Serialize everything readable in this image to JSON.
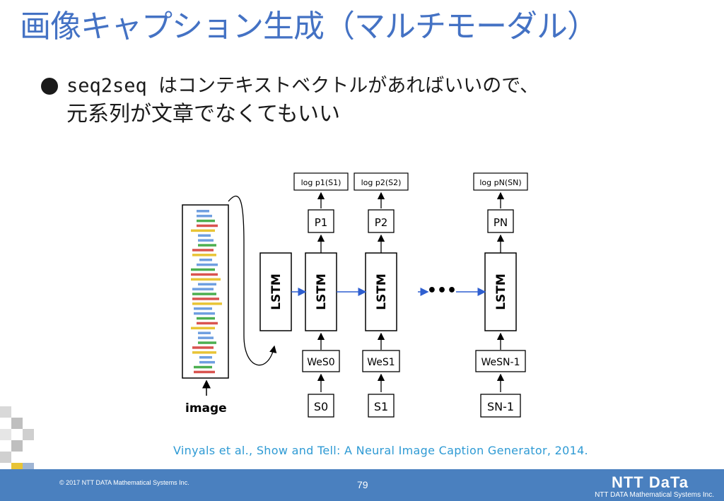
{
  "slide": {
    "title": "画像キャプション生成（マルチモーダル）",
    "bullet": {
      "line1": "seq2seq はコンテキストベクトルがあればいいので、",
      "line2": "元系列が文章でなくてもいい"
    },
    "citation": "Vinyals et al., Show and Tell: A Neural Image Caption Generator, 2014."
  },
  "diagram": {
    "image_label": "image",
    "encoder_lstm": "LSTM",
    "decoder_lstm": "LSTM",
    "columns": [
      {
        "log": "log p1(S1)",
        "p": "P1",
        "embed": "WeS0",
        "input": "S0"
      },
      {
        "log": "log p2(S2)",
        "p": "P2",
        "embed": "WeS1",
        "input": "S1"
      },
      {
        "log": "log pN(SN)",
        "p": "PN",
        "embed": "WeSN-1",
        "input": "SN-1"
      }
    ],
    "ellipsis": "•••",
    "arrow_color": "#2f5fd0"
  },
  "footer": {
    "copyright": "© 2017 NTT DATA Mathematical Systems Inc.",
    "page_number": "79",
    "brand": "NTT DaTa",
    "brand_sub": "NTT DATA Mathematical Systems Inc."
  },
  "colors": {
    "title": "#4472c4",
    "citation": "#2e9ad4",
    "footer": "#4a80bf"
  }
}
